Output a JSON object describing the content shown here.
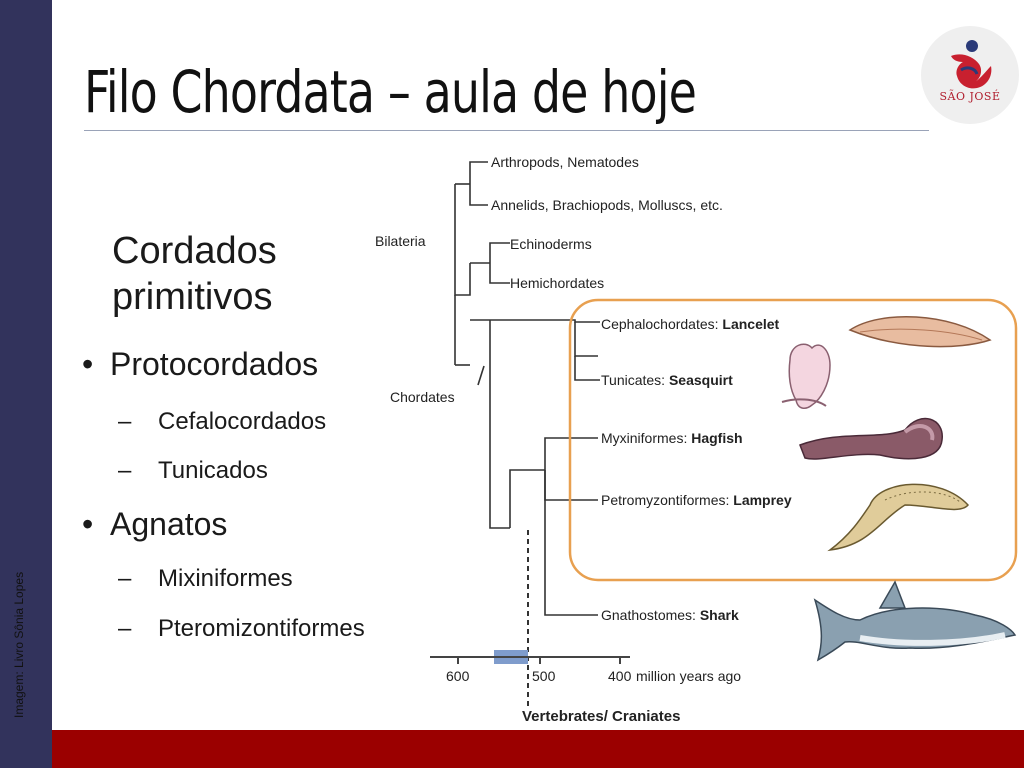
{
  "slide": {
    "title": "Filo Chordata – aula de hoje",
    "logo_text": "SÃO JOSÉ",
    "image_credit": "Imagem:  Livro Sônia Lopes"
  },
  "content": {
    "heading": "Cordados primitivos",
    "bullets": [
      {
        "label": "Protocordados",
        "subitems": [
          "Cefalocordados",
          "Tunicados"
        ]
      },
      {
        "label": "Agnatos",
        "subitems": [
          "Mixiniformes",
          "Pteromizontiformes"
        ]
      }
    ]
  },
  "tree": {
    "labels": {
      "bilateria": "Bilateria",
      "chordates": "Chordates",
      "vertebrates": "Vertebrates/ Craniates"
    },
    "taxa": [
      {
        "name": "Arthropods, Nematodes",
        "animal": ""
      },
      {
        "name": "Annelids, Brachiopods, Molluscs, etc.",
        "animal": ""
      },
      {
        "name": "Echinoderms",
        "animal": ""
      },
      {
        "name": "Hemichordates",
        "animal": ""
      },
      {
        "name": "Cephalochordates: ",
        "animal": "Lancelet"
      },
      {
        "name": "Tunicates: ",
        "animal": "Seasquirt"
      },
      {
        "name": "Myxiniformes: ",
        "animal": "Hagfish"
      },
      {
        "name": "Petromyzontiformes: ",
        "animal": "Lamprey"
      },
      {
        "name": "Gnathostomes: ",
        "animal": "Shark"
      }
    ],
    "timescale": {
      "ticks": [
        "600",
        "500",
        "400"
      ],
      "unit": "million years ago"
    }
  },
  "colors": {
    "sidebar": "#32335c",
    "footer": "#9b0000",
    "highlight": "#e8a050",
    "timebar": "#7f9ccc"
  }
}
